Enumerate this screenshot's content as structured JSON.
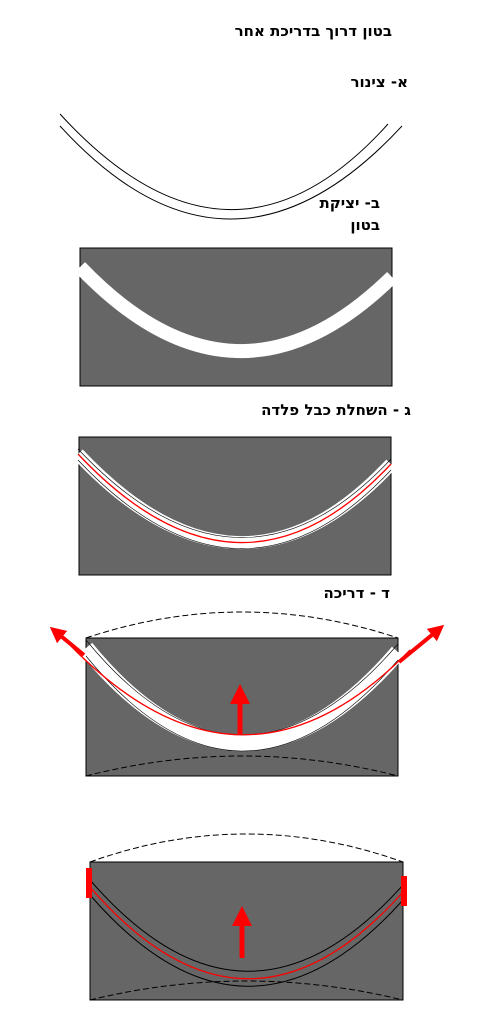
{
  "title": "בטון דרוך בדריכת אחר",
  "steps": [
    {
      "label": "א- צינור"
    },
    {
      "label_line1": "ב- יציקת",
      "label_line2": "בטון"
    },
    {
      "label": "ג - השחלת כבל פלדה"
    },
    {
      "label": "ד - דריכה"
    }
  ],
  "colors": {
    "concrete": "#666666",
    "cable": "#ff0000",
    "arrow": "#ff0000",
    "duct": "#ffffff"
  }
}
